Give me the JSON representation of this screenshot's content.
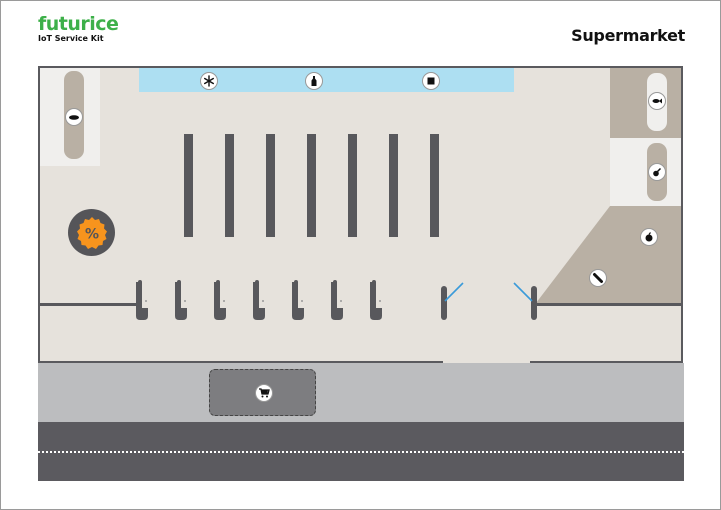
{
  "brand": {
    "name": "futurice",
    "subtitle": "IoT Service Kit",
    "color": "#3db049"
  },
  "title": "Supermarket",
  "colors": {
    "floor": "#e6e2dc",
    "wall": "#58585c",
    "freezer": "#addff2",
    "shelf_zone": "#b9b0a4",
    "light_zone": "#f0efed",
    "sidewalk": "#bcbdbf",
    "parking": "#7d7d80",
    "road": "#5b5a5f",
    "promo_badge": "#f7941d",
    "gate_sensor": "#3a9ad9"
  },
  "zones": {
    "freezer_strip": {
      "icons": [
        "snowflake-icon",
        "bottle-icon",
        "package-icon"
      ]
    },
    "left_shelf": {
      "icon": "bread-icon"
    },
    "right_top_shelf": {
      "icon": "fish-icon"
    },
    "right_mid_shelf": {
      "icon": "meat-icon"
    },
    "produce_corner": {
      "icons": [
        "apple-icon",
        "baguette-icon"
      ]
    },
    "promo": {
      "label": "%",
      "icon": "discount-badge-icon"
    },
    "parking": {
      "icon": "shopping-cart-icon"
    }
  },
  "aisles": {
    "count": 7
  },
  "checkouts": {
    "count": 7
  },
  "entrance_gates": {
    "count": 2
  }
}
